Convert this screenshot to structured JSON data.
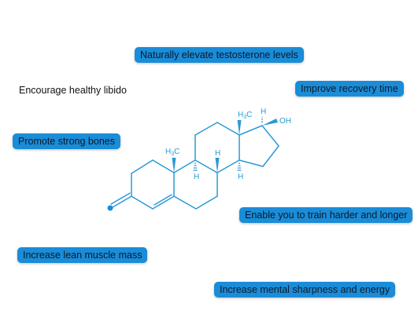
{
  "labels": {
    "testosterone": "Naturally elevate testosterone levels",
    "libido": "Encourage healthy libido",
    "recovery": "Improve recovery time",
    "bones": "Promote strong bones",
    "train": "Enable you to train harder and longer",
    "muscle": "Increase lean muscle mass",
    "mental": "Increase mental sharpness and energy"
  },
  "molecule": {
    "methyl_c19": "H",
    "methyl_c19_sub": "3",
    "methyl_c19_c": "C",
    "methyl_c18": "H",
    "methyl_c18_sub": "3",
    "methyl_c18_c": "C",
    "hydroxyl": "OH",
    "h17": "H",
    "h8": "H",
    "h9": "H",
    "h14": "H"
  },
  "colors": {
    "pill_background": "#1a8cd8",
    "molecule_stroke": "#2a9ad6",
    "pill_text": "#0b1a28"
  }
}
